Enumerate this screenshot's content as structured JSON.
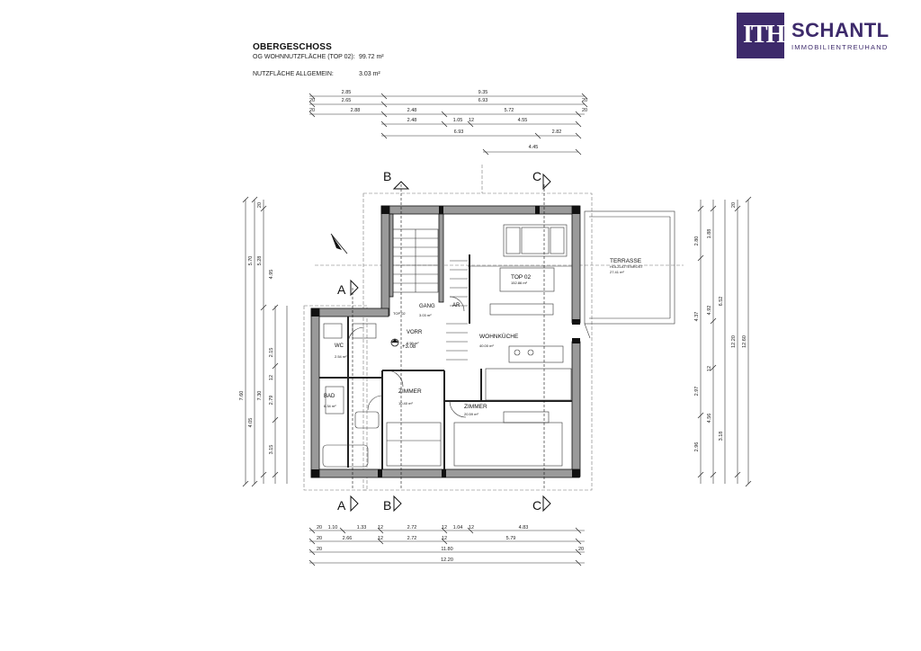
{
  "header": {
    "title": "OBERGESCHOSS",
    "area_label": "OG WOHNNUTZFLÄCHE (TOP 02):",
    "area_value": "99.72 m²",
    "common_label": "NUTZFLÄCHE ALLGEMEIN:",
    "common_value": "3.03 m²"
  },
  "logo": {
    "mark": "ITH",
    "name": "SCHANTL",
    "tagline": "IMMOBILIENTREUHAND"
  },
  "rooms": {
    "terrace_name": "TERRASSE",
    "terrace_sub": "HOLZLATTENROST",
    "terrace_area": "27.41 m²",
    "top_label": "TOP 02",
    "top_area": "152.86 m²",
    "gang_name": "GANG",
    "gang_area": "3.03 m²",
    "ar_name": "AR",
    "vorr_name": "VORR",
    "vorr_area": "6.59 m²",
    "wk_name": "WOHNKÜCHE",
    "wk_area": "40.00 m²",
    "wc_name": "WC",
    "wc_area": "2.54 m²",
    "bad_name": "BAD",
    "bad_area": "6.34 m²",
    "zimmer1_name": "ZIMMER",
    "zimmer1_area": "10.40 m²",
    "zimmer2_name": "ZIMMER",
    "zimmer2_area": "20.59 m²",
    "level": "+3.08",
    "top02_small": "TOP 02"
  },
  "sections": {
    "a": "A",
    "b": "B",
    "c": "C"
  },
  "dims_top": {
    "r1a": "2.85",
    "r1b": "9.35",
    "r2a": "20",
    "r2b": "2.65",
    "r2c": "6.93",
    "r2d": "20",
    "r3a": "20",
    "r3b": "2.88",
    "r3c": "2.48",
    "r3d": "5.72",
    "r3e": "20",
    "r4a": "2.48",
    "r4b": "1.05",
    "r4c": "12",
    "r4d": "4.55",
    "r5a": "6.93",
    "r5b": "2.82",
    "r6": "4.45"
  },
  "dims_bottom": {
    "r1a": "20",
    "r1b": "1.10",
    "r1c": "1.33",
    "r1d": "12",
    "r1e": "2.72",
    "r1f": "12",
    "r1g": "1.04",
    "r1h": "12",
    "r1i": "4.83",
    "r2a": "20",
    "r2b": "2.66",
    "r2c": "12",
    "r2d": "2.72",
    "r2e": "12",
    "r2f": "5.79",
    "r3a": "20",
    "r3b": "11.80",
    "r3c": "20",
    "r4": "12.20"
  },
  "dims_left": {
    "c1": "7.60",
    "c2a": "5.70",
    "c2b": "4.05",
    "c3a": "5.28",
    "c3b": "7.30",
    "c4a": "4.95",
    "c4b": "2.15",
    "c4c": "12",
    "c4d": "2.79",
    "c4e": "3.15",
    "c5": "20"
  },
  "dims_right": {
    "c1": "12.60",
    "c2": "12.20",
    "c3a": "6.52",
    "c3b": "3.18",
    "c4a": "4.92",
    "c4b": "4.56",
    "c4c": "1.88",
    "c4d": "12",
    "c5a": "4.37",
    "c5b": "2.97",
    "c5c": "2.96",
    "c5d": "2.80",
    "c6": "20"
  }
}
